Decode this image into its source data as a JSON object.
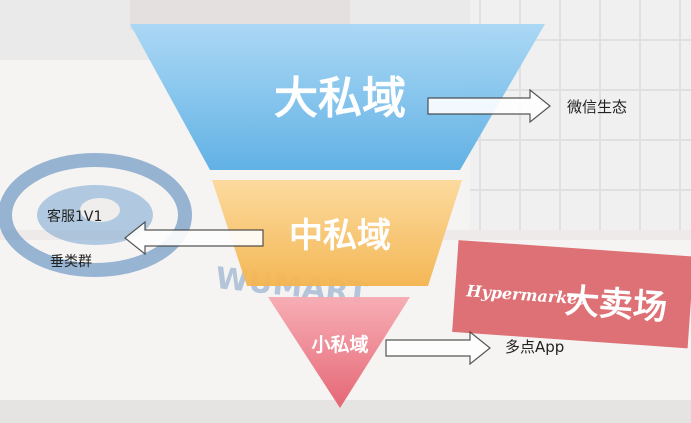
{
  "funnel": {
    "large": {
      "label": "大私域",
      "annotation": "微信生态"
    },
    "medium": {
      "label": "中私域",
      "annotation_top": "客服1V1",
      "annotation_bottom": "垂类群"
    },
    "small": {
      "label": "小私域",
      "annotation": "多点App"
    }
  },
  "background": {
    "logo_text": "WUMART",
    "store_sign_small": "Hypermarket",
    "store_sign_large": "大卖场"
  },
  "colors": {
    "large": "#7ec3ee",
    "medium": "#f8c56e",
    "small": "#ee7f8c",
    "sign_red": "#d13a3e",
    "logo_blue": "#1e5b9a"
  }
}
